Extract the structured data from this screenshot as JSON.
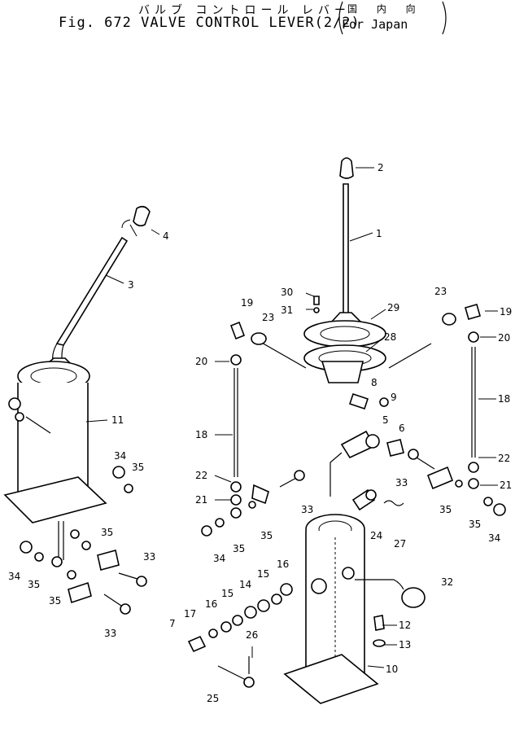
{
  "title": {
    "japanese": "バルブ コントロール レバー",
    "figure": "Fig. 672",
    "name": "VALVE CONTROL LEVER(2/2)",
    "region_japanese": "国 内 向",
    "region": "For Japan"
  },
  "callouts": [
    {
      "id": "c1",
      "label": "1"
    },
    {
      "id": "c2",
      "label": "2"
    },
    {
      "id": "c3",
      "label": "3"
    },
    {
      "id": "c4",
      "label": "4"
    },
    {
      "id": "c5",
      "label": "5"
    },
    {
      "id": "c6",
      "label": "6"
    },
    {
      "id": "c7",
      "label": "7"
    },
    {
      "id": "c8",
      "label": "8"
    },
    {
      "id": "c9",
      "label": "9"
    },
    {
      "id": "c10",
      "label": "10"
    },
    {
      "id": "c11",
      "label": "11"
    },
    {
      "id": "c12",
      "label": "12"
    },
    {
      "id": "c13",
      "label": "13"
    },
    {
      "id": "c14",
      "label": "14"
    },
    {
      "id": "c15a",
      "label": "15"
    },
    {
      "id": "c15b",
      "label": "15"
    },
    {
      "id": "c16a",
      "label": "16"
    },
    {
      "id": "c16b",
      "label": "16"
    },
    {
      "id": "c17",
      "label": "17"
    },
    {
      "id": "c18a",
      "label": "18"
    },
    {
      "id": "c18b",
      "label": "18"
    },
    {
      "id": "c19a",
      "label": "19"
    },
    {
      "id": "c19b",
      "label": "19"
    },
    {
      "id": "c20a",
      "label": "20"
    },
    {
      "id": "c20b",
      "label": "20"
    },
    {
      "id": "c21a",
      "label": "21"
    },
    {
      "id": "c21b",
      "label": "21"
    },
    {
      "id": "c22a",
      "label": "22"
    },
    {
      "id": "c22b",
      "label": "22"
    },
    {
      "id": "c23a",
      "label": "23"
    },
    {
      "id": "c23b",
      "label": "23"
    },
    {
      "id": "c24",
      "label": "24"
    },
    {
      "id": "c25",
      "label": "25"
    },
    {
      "id": "c26",
      "label": "26"
    },
    {
      "id": "c27",
      "label": "27"
    },
    {
      "id": "c28",
      "label": "28"
    },
    {
      "id": "c29",
      "label": "29"
    },
    {
      "id": "c30",
      "label": "30"
    },
    {
      "id": "c31",
      "label": "31"
    },
    {
      "id": "c32",
      "label": "32"
    },
    {
      "id": "c33a",
      "label": "33"
    },
    {
      "id": "c33b",
      "label": "33"
    },
    {
      "id": "c33c",
      "label": "33"
    },
    {
      "id": "c33d",
      "label": "33"
    },
    {
      "id": "c34a",
      "label": "34"
    },
    {
      "id": "c34b",
      "label": "34"
    },
    {
      "id": "c34c",
      "label": "34"
    },
    {
      "id": "c34d",
      "label": "34"
    },
    {
      "id": "c35a",
      "label": "35"
    },
    {
      "id": "c35b",
      "label": "35"
    },
    {
      "id": "c35c",
      "label": "35"
    },
    {
      "id": "c35d",
      "label": "35"
    },
    {
      "id": "c35e",
      "label": "35"
    },
    {
      "id": "c35f",
      "label": "35"
    },
    {
      "id": "c35g",
      "label": "35"
    }
  ]
}
